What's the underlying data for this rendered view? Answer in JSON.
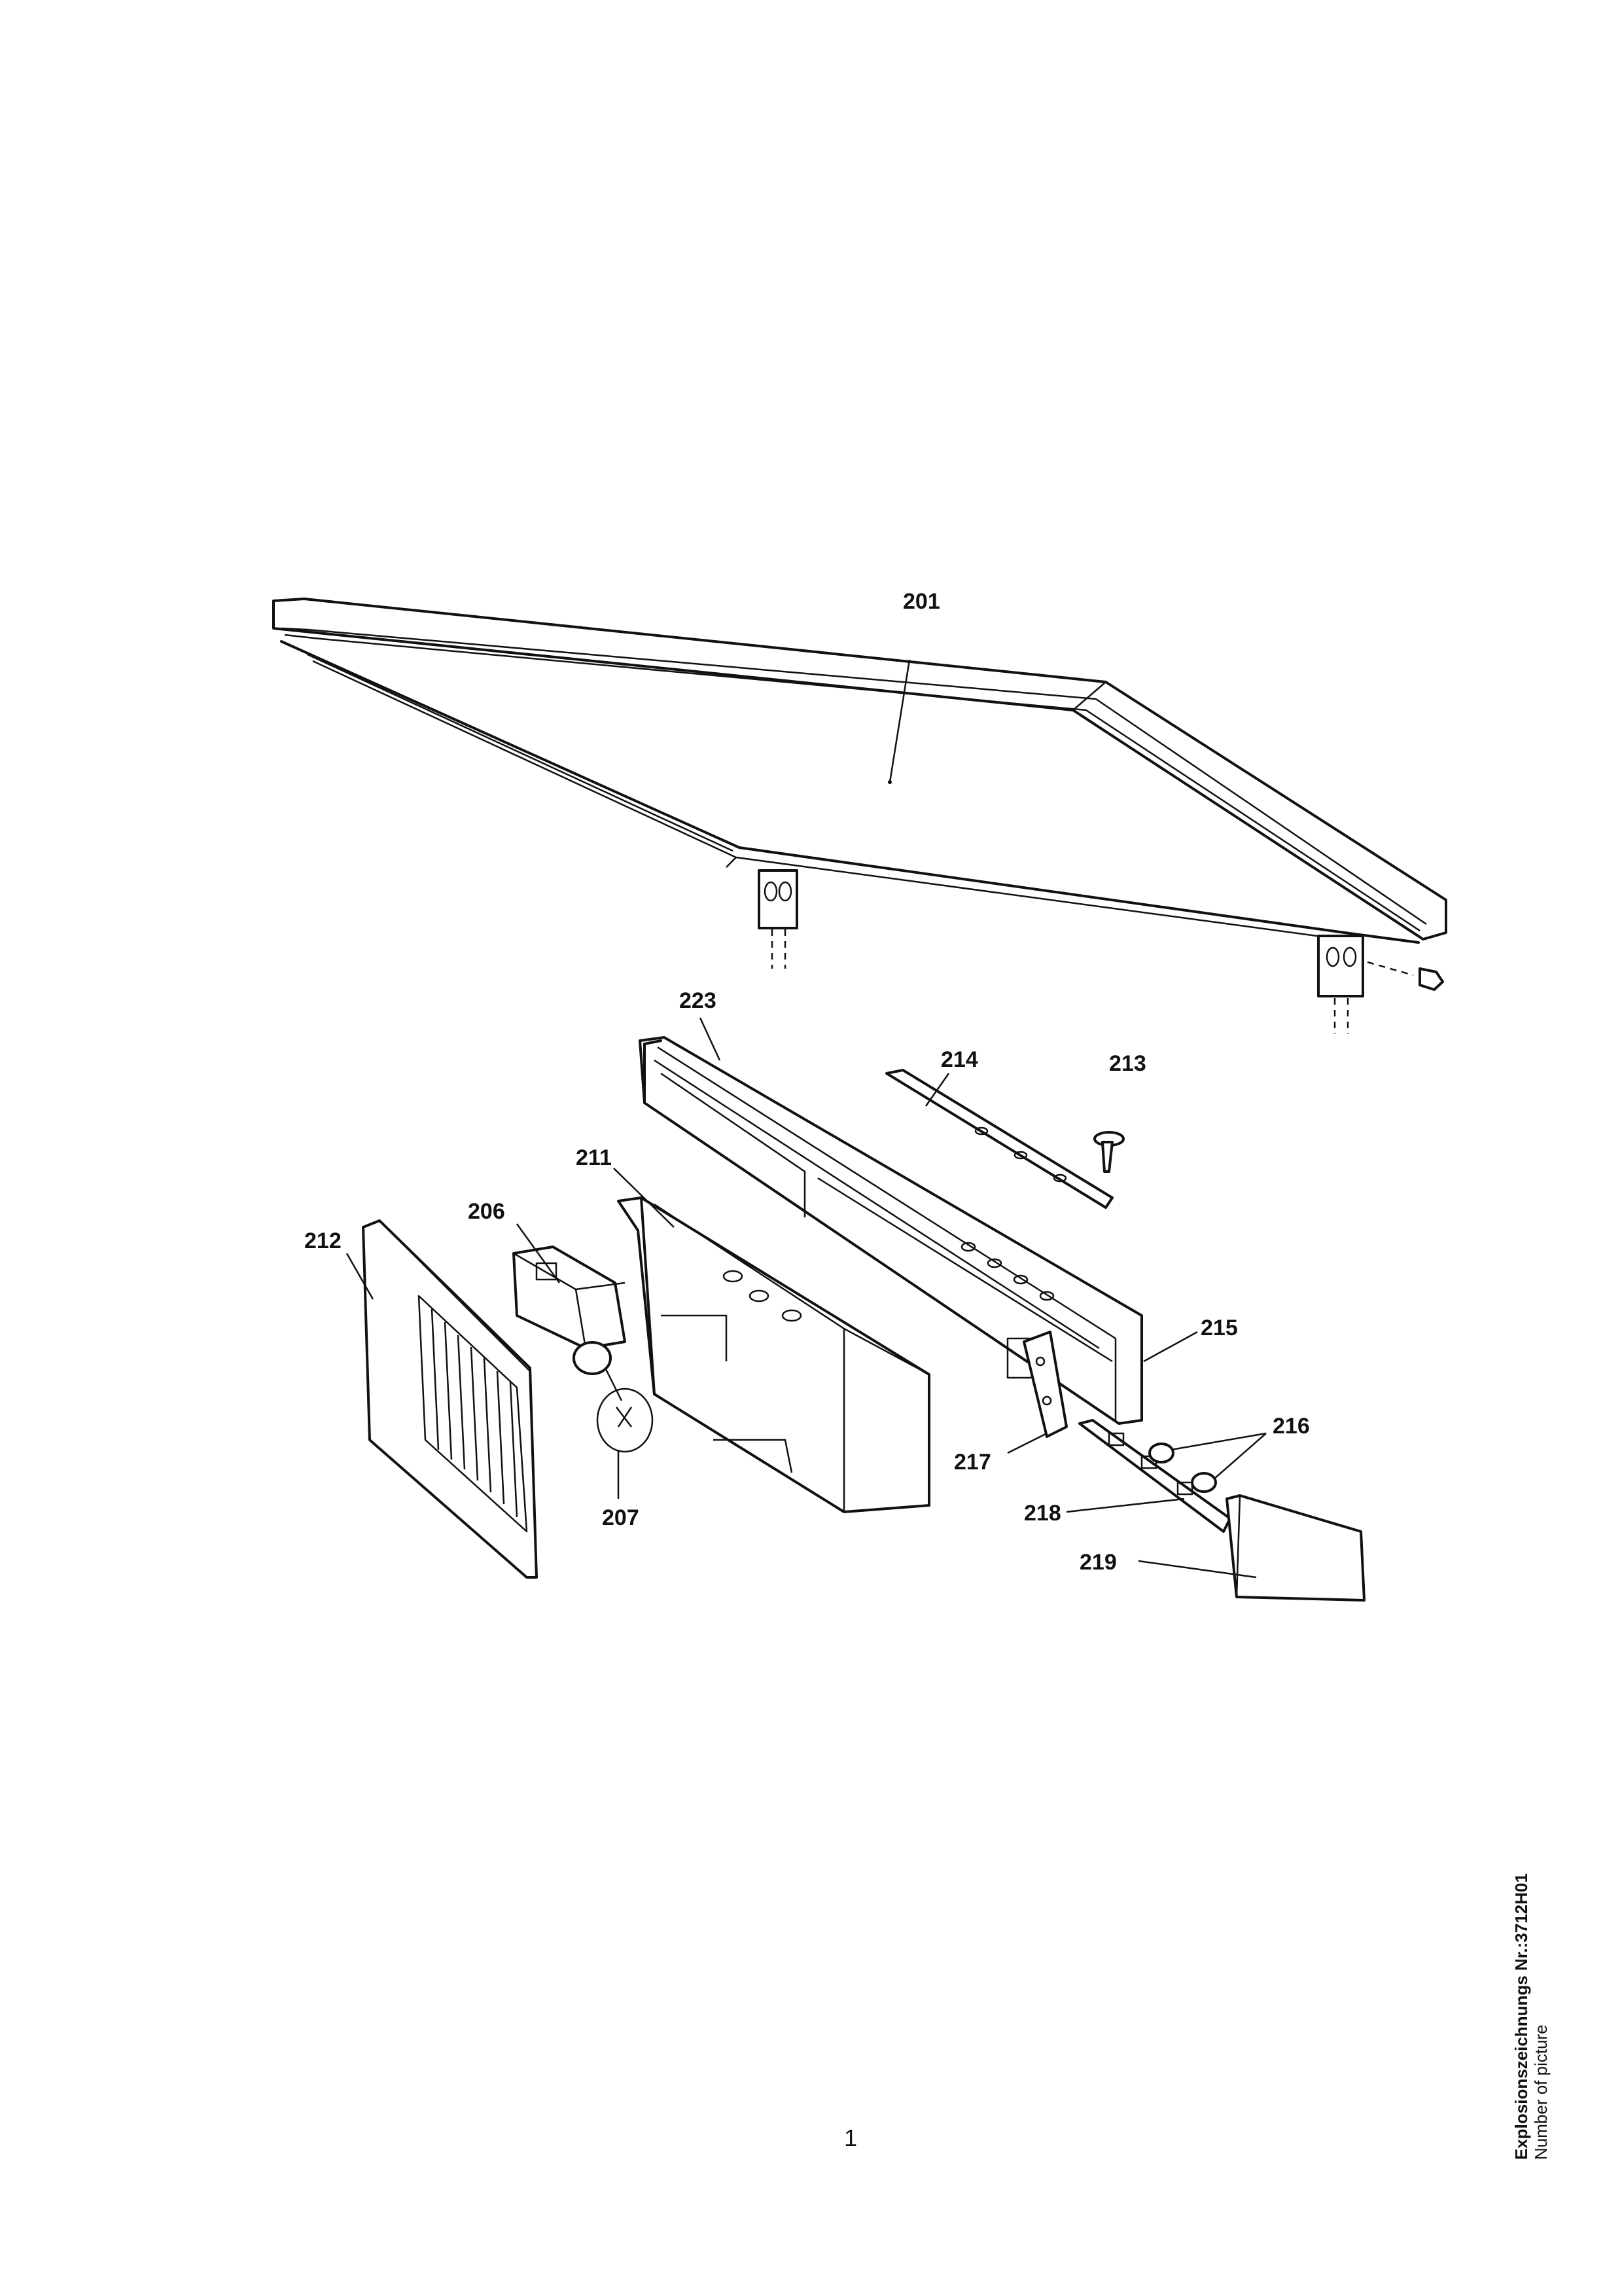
{
  "diagram": {
    "labels": {
      "p201": "201",
      "p223": "223",
      "p214": "214",
      "p213": "213",
      "p211": "211",
      "p206": "206",
      "p212": "212",
      "p215": "215",
      "p216": "216",
      "p217": "217",
      "p218": "218",
      "p219": "219",
      "p207": "207"
    }
  },
  "footer": {
    "page_number": "1",
    "drawing_number": "Explosionszeichnungs Nr.:3712H01",
    "caption": "Number of picture"
  }
}
